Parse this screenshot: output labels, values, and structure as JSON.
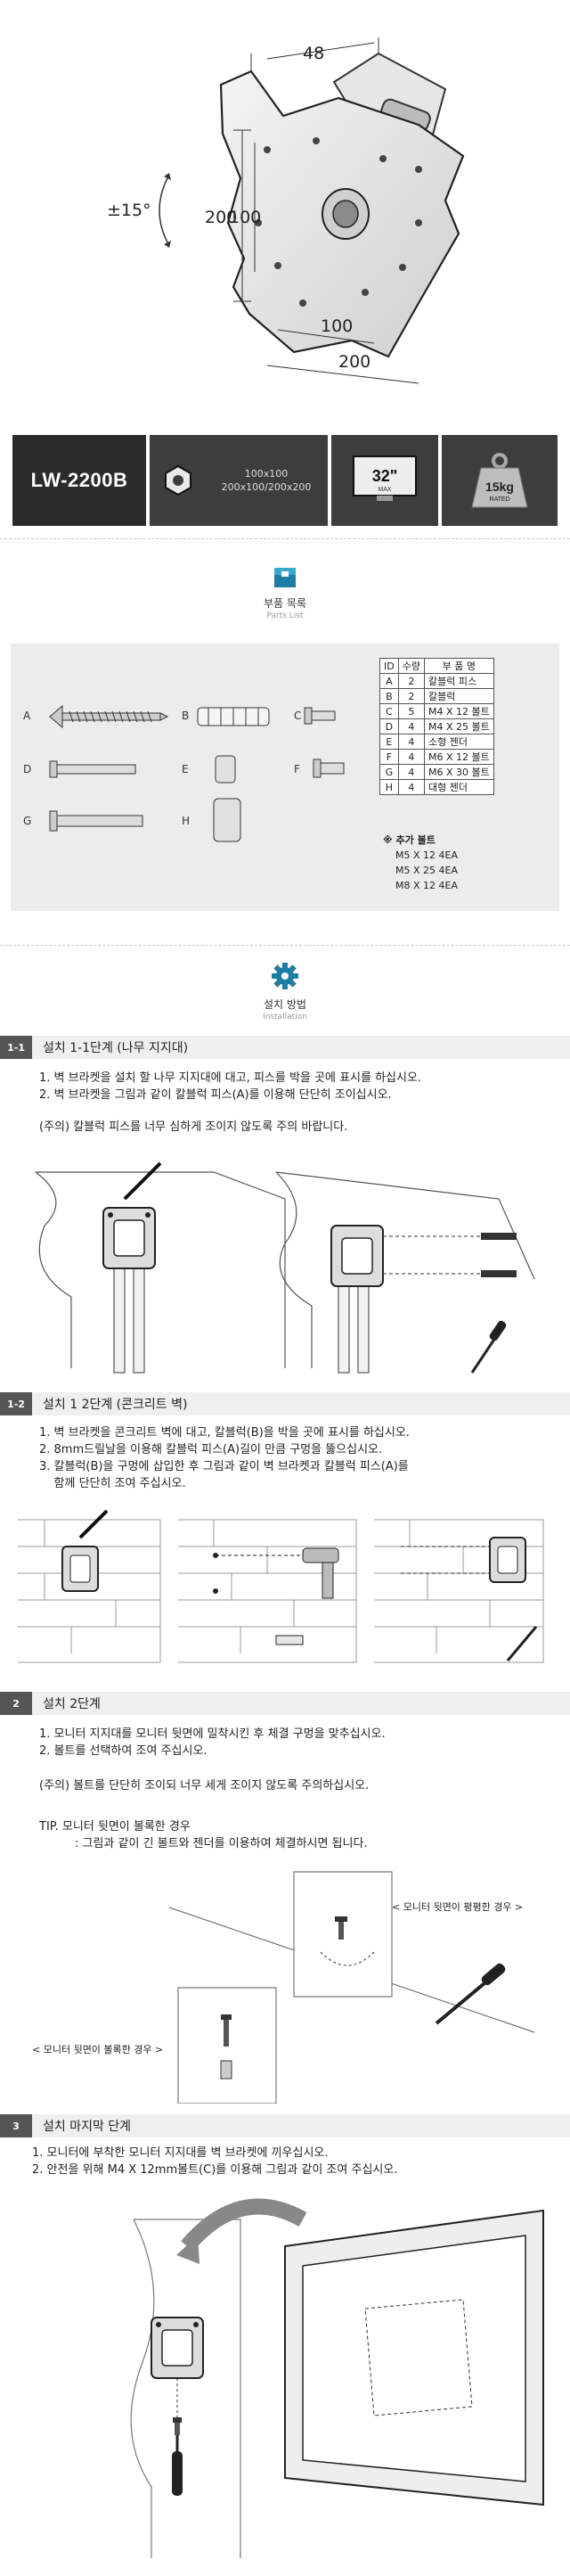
{
  "hero": {
    "dims": {
      "top_width": "48",
      "vertical_200": "200",
      "vertical_100": "100",
      "bottom_100": "100",
      "bottom_200": "200",
      "tilt": "±15°"
    }
  },
  "spec": {
    "model": "LW-2200B",
    "vesa_line1": "100x100",
    "vesa_line2": "200x100/200x200",
    "size": "32\"",
    "size_sub": "MAX",
    "weight": "15kg",
    "weight_sub": "RATED"
  },
  "parts": {
    "title_ko": "부품 목록",
    "title_en": "Parts List",
    "labels": [
      "A",
      "B",
      "C",
      "D",
      "E",
      "F",
      "G",
      "H"
    ],
    "table_headers": [
      "ID",
      "수량",
      "부 품 명"
    ],
    "rows": [
      {
        "id": "A",
        "qty": "2",
        "name": "칼블럭 피스"
      },
      {
        "id": "B",
        "qty": "2",
        "name": "칼블럭"
      },
      {
        "id": "C",
        "qty": "5",
        "name": "M4 X 12 볼트"
      },
      {
        "id": "D",
        "qty": "4",
        "name": "M4 X 25 볼트"
      },
      {
        "id": "E",
        "qty": "4",
        "name": "소형 젠더"
      },
      {
        "id": "F",
        "qty": "4",
        "name": "M6 X 12 볼트"
      },
      {
        "id": "G",
        "qty": "4",
        "name": "M6 X 30 볼트"
      },
      {
        "id": "H",
        "qty": "4",
        "name": "대형 젠더"
      }
    ],
    "extra_title": "※ 추가 볼트",
    "extra": [
      "M5 X 12 4EA",
      "M5 X 25 4EA",
      "M8 X 12 4EA"
    ]
  },
  "install": {
    "title_ko": "설치 방법",
    "title_en": "Installation"
  },
  "steps": [
    {
      "badge": "1-1",
      "title": "설치 1-1단계 (나무 지지대)",
      "lines": [
        "1. 벽 브라켓을 설치 할 나무 지지대에 대고, 피스를 박을 곳에 표시를 하십시오.",
        "2. 벽 브라켓을 그림과 같이 칼블럭 피스(A)를 이용해 단단히 조이십시오."
      ],
      "note": "(주의) 칼블럭 피스를 너무 심하게 조이지 않도록 주의 바랍니다."
    },
    {
      "badge": "1-2",
      "title": "설치 1 2단계 (콘크리트 벽)",
      "lines": [
        "1. 벽 브라켓을 콘크리트 벽에 대고, 칼블럭(B)을 박을 곳에 표시를 하십시오.",
        "2. 8mm드릴날을 이용해 칼블럭 피스(A)길이 만큼 구멍을 뚫으십시오.",
        "3. 칼블럭(B)을 구멍에 삽입한 후 그림과 같이 벽 브라켓과 칼블럭 피스(A)를",
        "    함께 단단히 조여 주십시오."
      ]
    },
    {
      "badge": "2",
      "title": "설치 2단계",
      "lines": [
        "1. 모니터 지지대를 모니터 뒷면에 밀착시킨 후 체결 구멍을 맞추십시오.",
        "2. 볼트를 선택하여 조여 주십시오."
      ],
      "note": "(주의) 볼트를 단단히 조이되 너무 세게 조이지 않도록 주의하십시오.",
      "tip_title": "TIP. 모니터 뒷면이 볼록한 경우",
      "tip_body": ": 그림과 같이 긴 볼트와 젠더를 이용하여 체결하시면 됩니다.",
      "label_flat": "< 모니터 뒷면이 평평한 경우 >",
      "label_convex": "< 모니터 뒷면이 볼록한 경우 >"
    },
    {
      "badge": "3",
      "title": "설치 마지막 단계",
      "lines": [
        "1. 모니터에 부착한 모니터 지지대를 벽 브라켓에 끼우십시오.",
        "2. 안전을 위해 M4 X 12mm볼트(C)를 이용해 그림과 같이 조여 주십시오."
      ]
    }
  ]
}
